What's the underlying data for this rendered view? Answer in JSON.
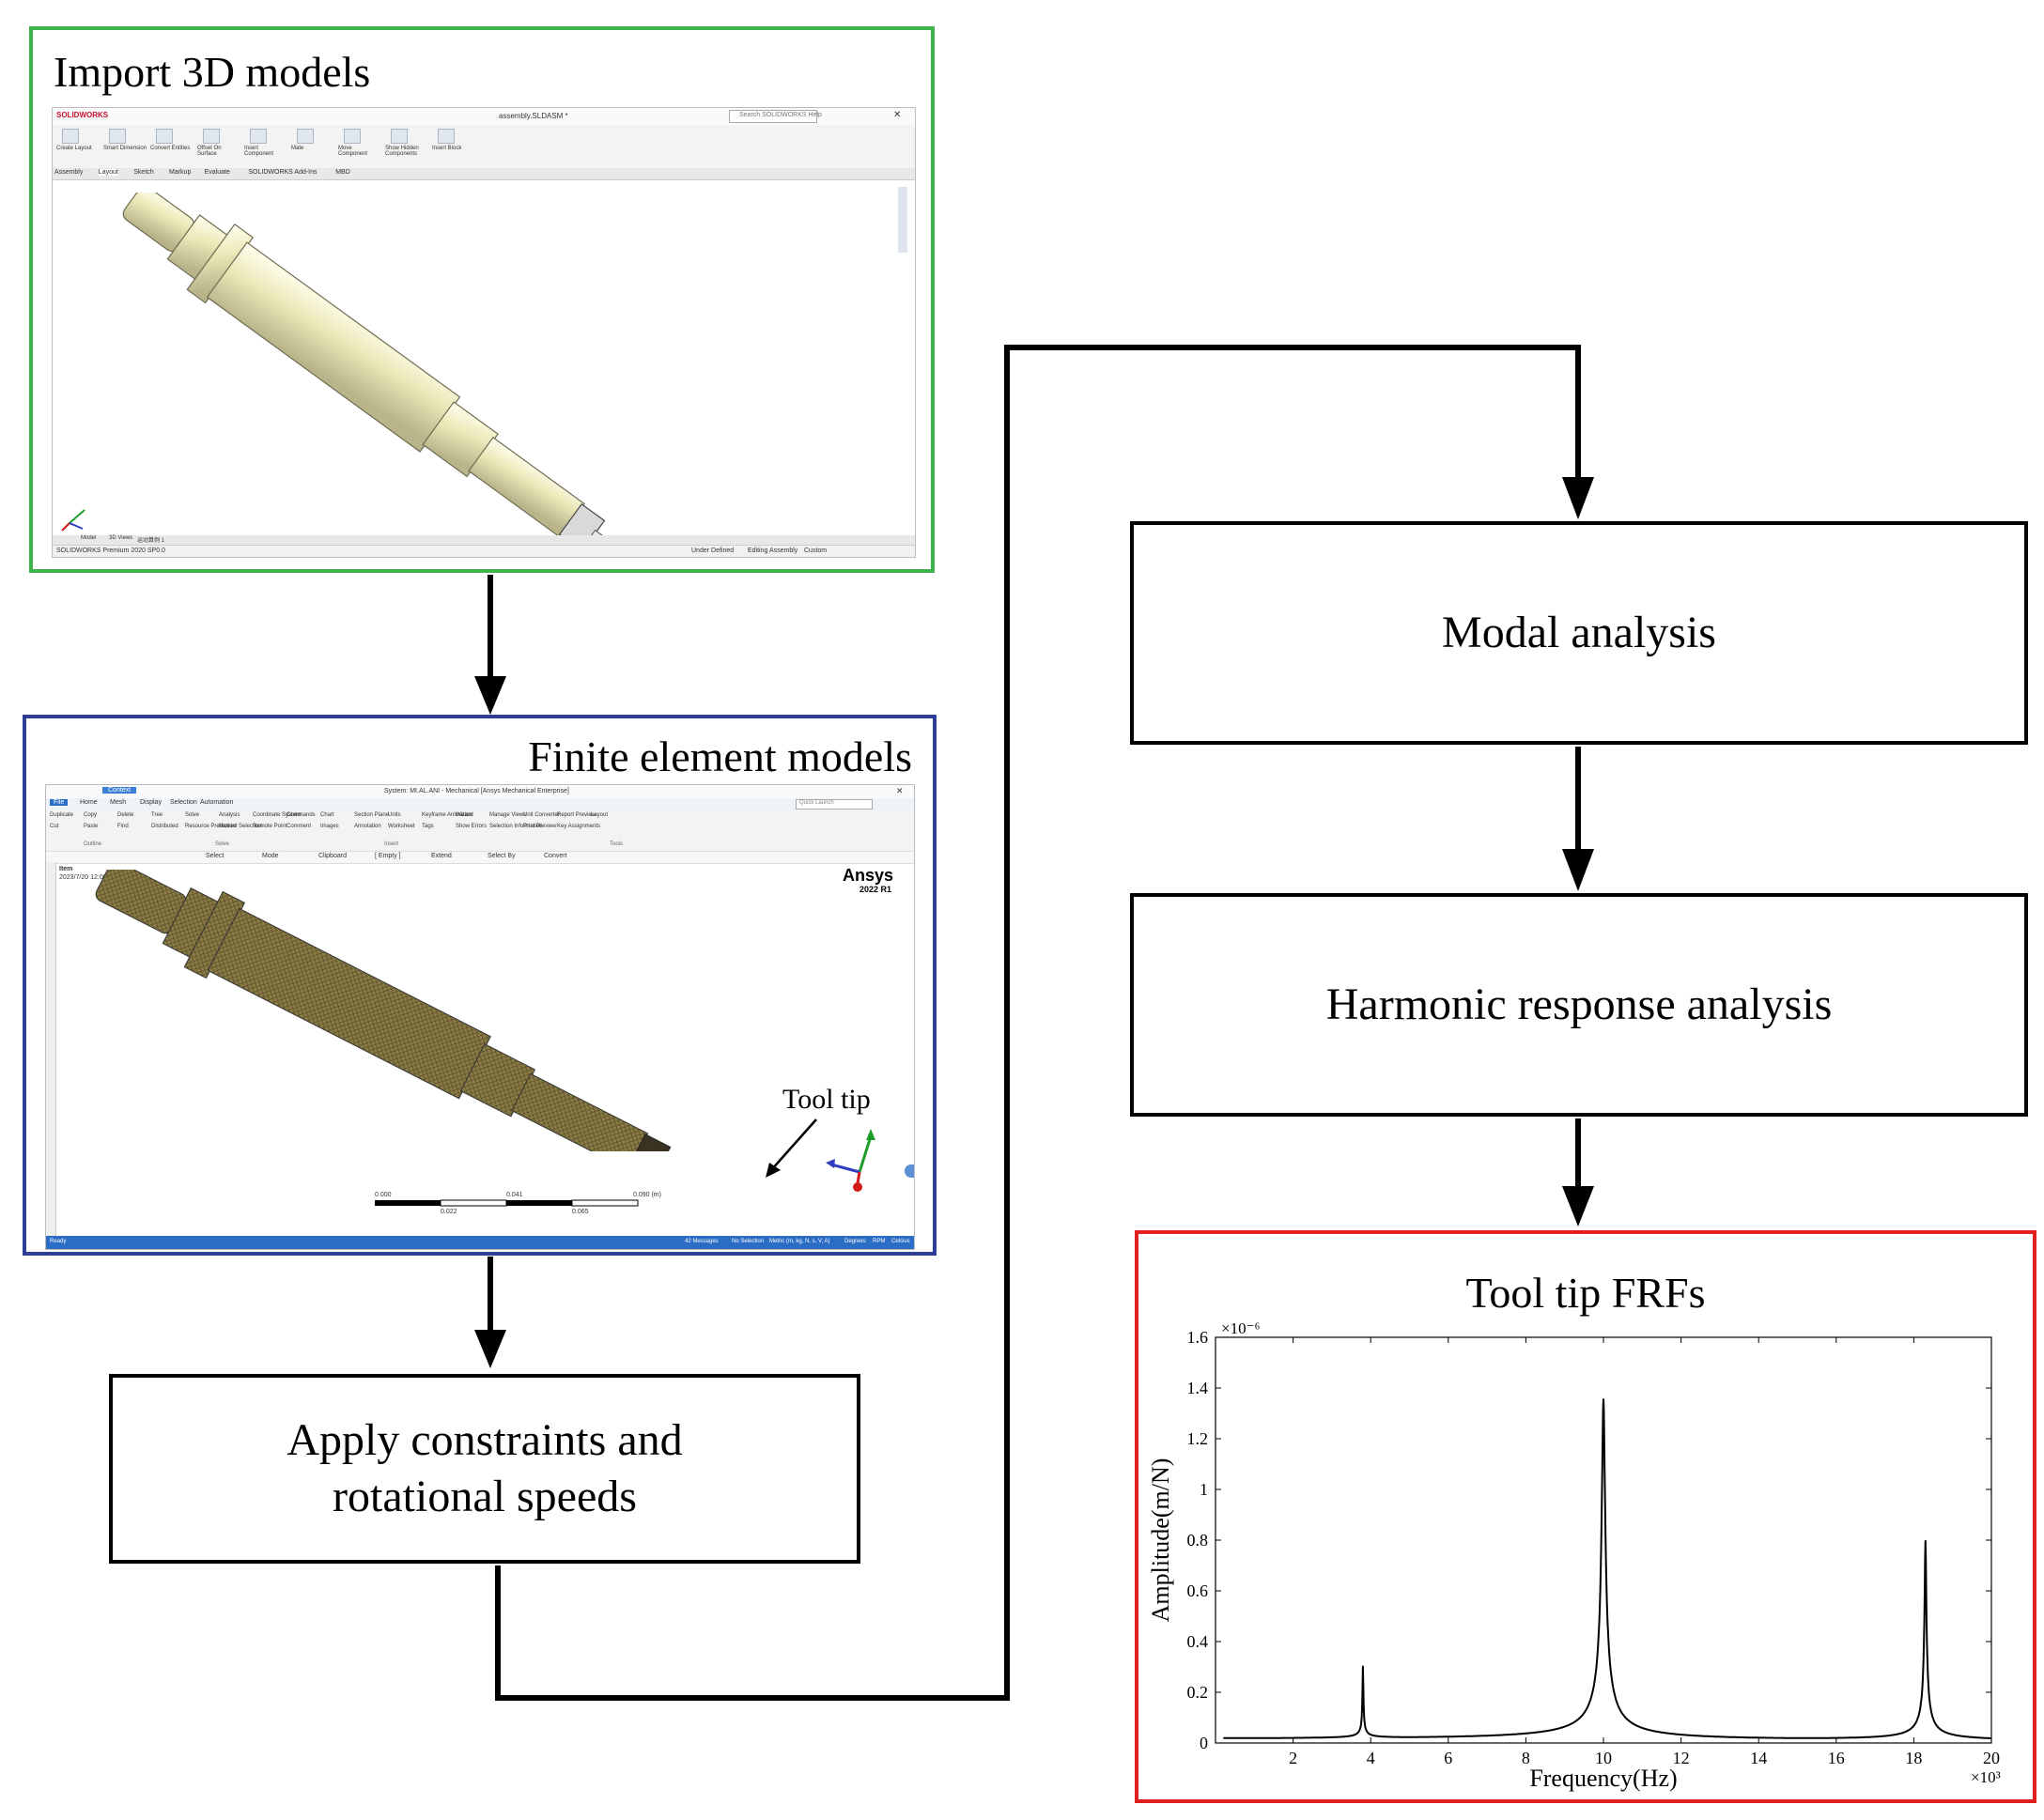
{
  "panels": {
    "import": {
      "title": "Import 3D models",
      "app": {
        "brand": "SOLIDWORKS",
        "doc_title": "assembly.SLDASM *",
        "search_placeholder": "Search SOLIDWORKS Help",
        "tabs": [
          "Assembly",
          "Layout",
          "Sketch",
          "Markup",
          "Evaluate",
          "SOLIDWORKS Add-Ins",
          "MBD"
        ],
        "tools": [
          "Create Layout",
          "Smart Dimension",
          "Convert Entities",
          "Offset On Surface",
          "Insert Component",
          "Mate",
          "Move Component",
          "Show Hidden Components",
          "Insert Block"
        ],
        "bottom_tabs": [
          "Model",
          "3D Views",
          "运动算例 1"
        ],
        "status_left": "SOLIDWORKS Premium 2020 SP0.0",
        "status_items": [
          "Under Defined",
          "Editing Assembly",
          "Custom"
        ]
      }
    },
    "fem": {
      "title": "Finite element models",
      "app": {
        "context_tab": "Context",
        "window_title": "System: MI.AL.ANI - Mechanical [Ansys Mechanical Enterprise]",
        "search_placeholder": "Quick Launch",
        "tabs": [
          "File",
          "Home",
          "Mesh",
          "Display",
          "Selection",
          "Automation"
        ],
        "tools": [
          "Duplicate",
          "Cut",
          "Copy",
          "Paste",
          "Delete",
          "Find",
          "Tree",
          "Distributed",
          "Solve",
          "Resource Prediction",
          "Analysis",
          "Named Selection",
          "Coordinate System",
          "Remote Point",
          "Commands",
          "Comment",
          "Chart",
          "Images",
          "Section Plane",
          "Annotation",
          "Units",
          "Worksheet",
          "Keyframe Animation",
          "Tags",
          "Wizard",
          "Show Errors",
          "Manage Views",
          "Selection Information",
          "Unit Converter",
          "Print Preview",
          "Report Preview",
          "Key Assignments",
          "Layout"
        ],
        "groups": [
          "Outline",
          "Solve",
          "Insert",
          "Tools"
        ],
        "toolbar": [
          "Select",
          "Mode",
          "Clipboard",
          "[ Empty ]",
          "Extend",
          "Select By",
          "Convert"
        ],
        "brand": "Ansys",
        "version": "2022 R1",
        "item_name": "Item",
        "item_date": "2023/7/20 12:00",
        "scale_top": [
          "0.000",
          "0.041",
          "0.090 (m)"
        ],
        "scale_bottom": [
          "0.022",
          "0.065"
        ],
        "annotation": "Tool tip",
        "status": [
          "Ready",
          "42 Messages",
          "No Selection",
          "Metric (m, kg, N, s, V, A)",
          "Degrees",
          "RPM",
          "Celsius"
        ]
      }
    }
  },
  "flow": {
    "constraints": "Apply constraints and\nrotational speeds",
    "modal": "Modal analysis",
    "harmonic": "Harmonic response analysis"
  },
  "frf": {
    "title": "Tool tip FRFs"
  },
  "chart_data": {
    "type": "line",
    "title": "Tool tip FRFs",
    "xlabel": "Frequency(Hz)",
    "ylabel": "Amplitude(m/N)",
    "x_multiplier": "×10³",
    "y_multiplier": "×10⁻⁶",
    "xlim": [
      0,
      20000
    ],
    "ylim": [
      0,
      1.6e-06
    ],
    "xticks": [
      2,
      4,
      6,
      8,
      10,
      12,
      14,
      16,
      18,
      20
    ],
    "yticks": [
      0,
      0.2,
      0.4,
      0.6,
      0.8,
      1,
      1.2,
      1.4,
      1.6
    ],
    "peaks": [
      {
        "frequency": 3800,
        "amplitude": 2.85e-07
      },
      {
        "frequency": 10000,
        "amplitude": 1.35e-06
      },
      {
        "frequency": 18300,
        "amplitude": 7.9e-07
      }
    ],
    "baseline": 5e-09,
    "grid": false
  },
  "colors": {
    "import_border": "#3cb44b",
    "fem_border": "#2e3f9a",
    "frf_border": "#e02020",
    "model_body": "#ece8b8",
    "mesh_body": "#8a7a44"
  }
}
